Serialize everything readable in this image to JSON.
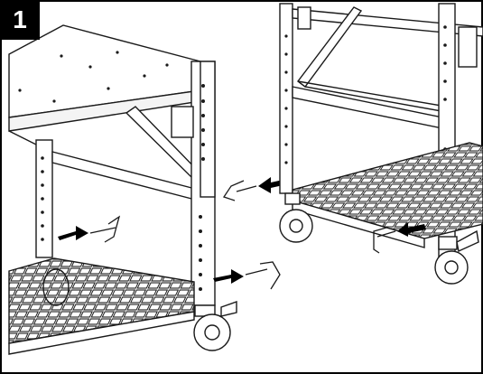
{
  "step": {
    "number": "1"
  },
  "colors": {
    "line": "#1a1a1a",
    "fill": "#ffffff",
    "arrow": "#000000",
    "frame": "#000000"
  },
  "figure": {
    "arrow_count": 4,
    "panels": [
      "left-assembly-detail",
      "right-assembly-detail"
    ]
  }
}
